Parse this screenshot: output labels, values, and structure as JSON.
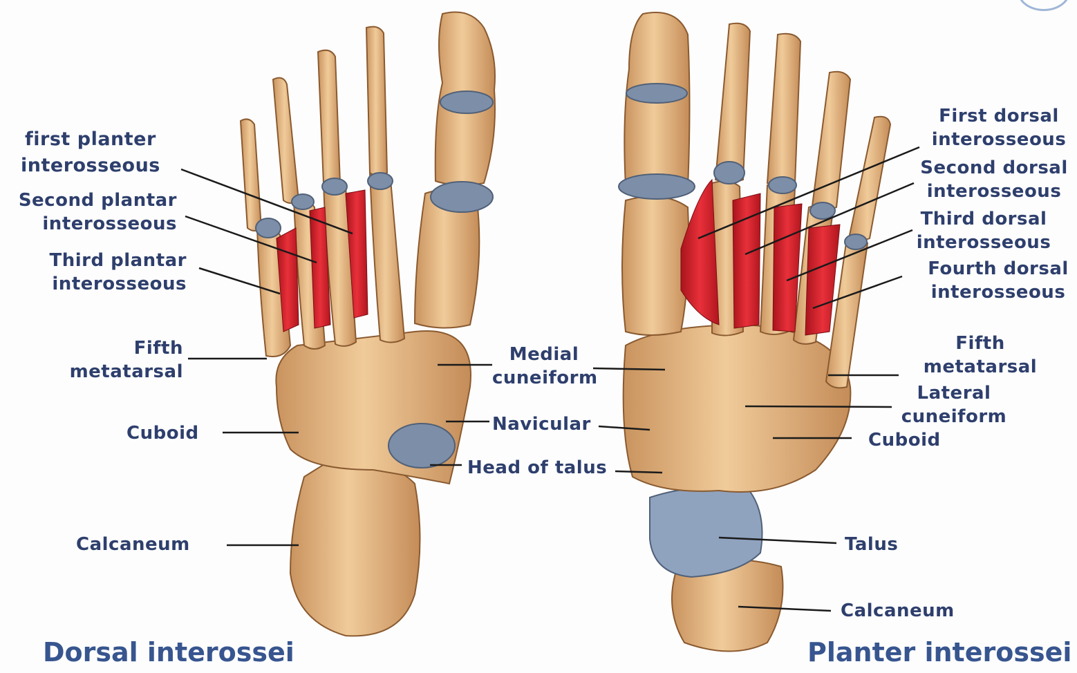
{
  "left_foot": {
    "caption": "Dorsal interossei",
    "labels": {
      "first_planter": [
        "first planter",
        "interosseous"
      ],
      "second_plantar": [
        "Second plantar",
        "interosseous"
      ],
      "third_plantar": [
        "Third plantar",
        "interosseous"
      ],
      "fifth_metatarsal": [
        "Fifth",
        "metatarsal"
      ],
      "cuboid": "Cuboid",
      "calcaneum": "Calcaneum"
    }
  },
  "middle_labels": {
    "medial_cuneiform": [
      "Medial",
      "cuneiform"
    ],
    "navicular": "Navicular",
    "head_of_talus": "Head of talus"
  },
  "right_foot": {
    "caption": "Planter interossei",
    "labels": {
      "first_dorsal": [
        "First dorsal",
        "interosseous"
      ],
      "second_dorsal": [
        "Second dorsal",
        "interosseous"
      ],
      "third_dorsal": [
        "Third dorsal",
        "interosseous"
      ],
      "fourth_dorsal": [
        "Fourth dorsal",
        "interosseous"
      ],
      "fifth_metatarsal": [
        "Fifth",
        "metatarsal"
      ],
      "lateral_cuneiform": [
        "Lateral",
        "cuneiform"
      ],
      "cuboid": "Cuboid",
      "talus": "Talus",
      "calcaneum": "Calcaneum"
    }
  },
  "colors": {
    "bone": "#e4b785",
    "bone_shadow": "#b07a4a",
    "cartilage": "#7d8fa8",
    "muscle": "#d8202a",
    "label_text": "#2e3f6d",
    "caption_text": "#37558f",
    "leader_line": "#1a1a1a"
  }
}
